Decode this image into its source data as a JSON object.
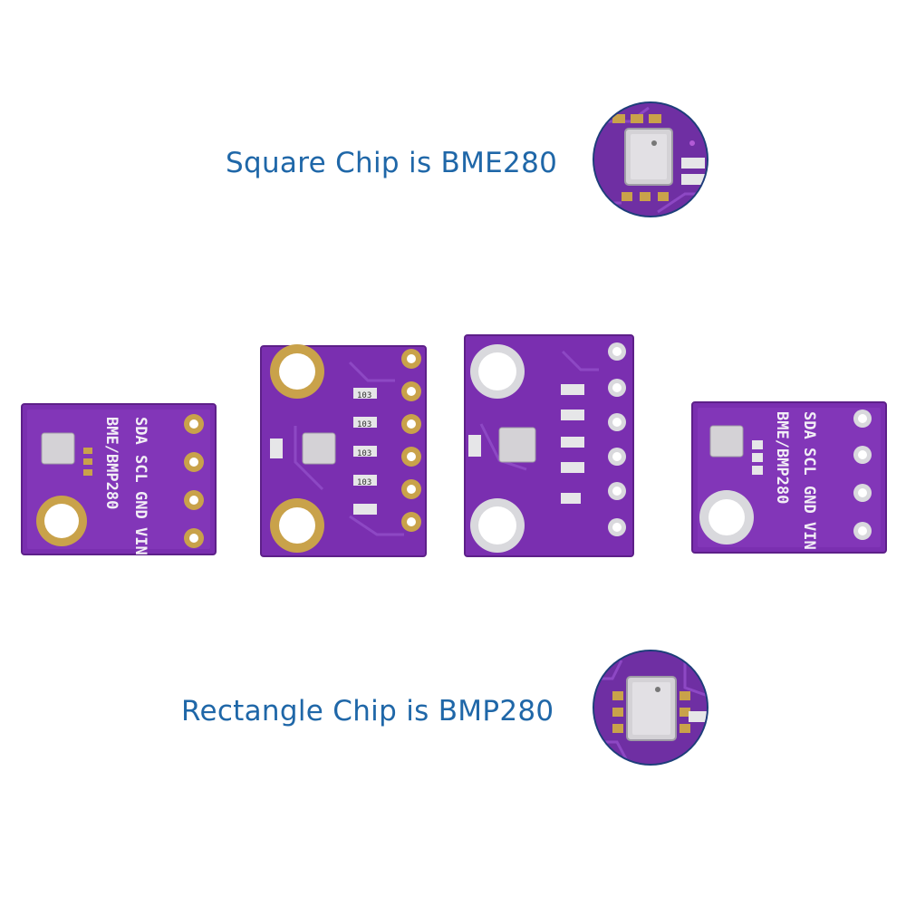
{
  "captions": {
    "top": "Square Chip is BME280",
    "bottom": "Rectangle Chip is BMP280"
  },
  "boards": {
    "left_small": {
      "model_label": "BME/BMP280",
      "pins": [
        "SDA",
        "SCL",
        "GND",
        "VIN"
      ]
    },
    "right_small": {
      "model_label": "BME/BMP280",
      "pins": [
        "SDA",
        "SCL",
        "GND",
        "VIN"
      ]
    },
    "resistor_labels": [
      "103",
      "103",
      "103",
      "103"
    ]
  },
  "colors": {
    "caption_text": "#1f67a8",
    "pcb_purple": "#7a2fb0",
    "pcb_edge": "#5d2089",
    "gold_pad": "#c9a24a",
    "silver_pad": "#d9d9dd",
    "zoom_ring": "#1d3e7a"
  }
}
